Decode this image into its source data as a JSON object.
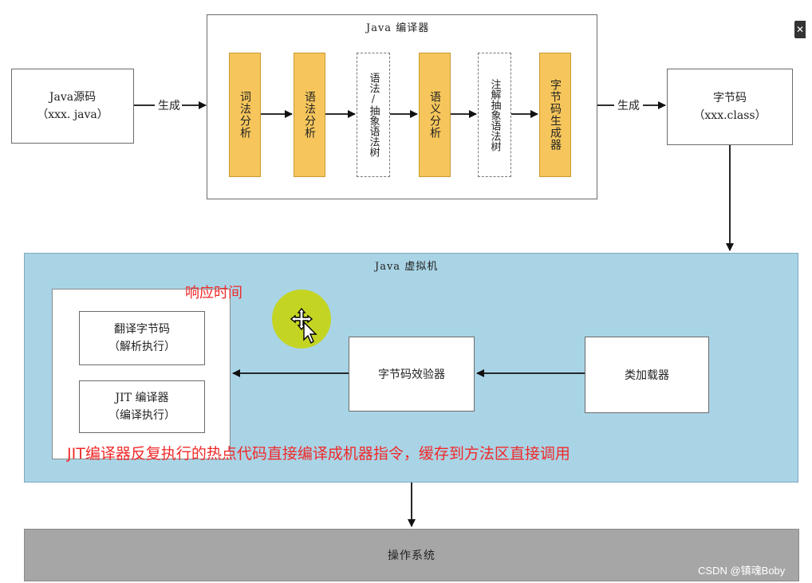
{
  "source": {
    "line1": "Java源码",
    "line2": "（xxx. java）"
  },
  "generate_label_left": "生成",
  "generate_label_right": "生成",
  "compiler": {
    "title": "Java 编译器",
    "stages": [
      {
        "label": "词法分析",
        "style": "stage"
      },
      {
        "label": "语法分析",
        "style": "stage"
      },
      {
        "label": "语法/抽象语法树",
        "style": "dashed"
      },
      {
        "label": "语义分析",
        "style": "stage"
      },
      {
        "label": "注解抽象语法树",
        "style": "dashed"
      },
      {
        "label": "字节码生成器",
        "style": "stage"
      }
    ]
  },
  "bytecode": {
    "line1": "字节码",
    "line2": "（xxx.class）"
  },
  "jvm": {
    "title": "Java 虚拟机",
    "interpreter": {
      "line1": "翻译字节码",
      "line2": "（解析执行）"
    },
    "jit": {
      "line1": "JIT 编译器",
      "line2": "（编译执行）"
    },
    "verifier": "字节码效验器",
    "class_loader": "类加载器",
    "annotation_response": "响应时间",
    "annotation_jit": "JIT编译器反复执行的热点代码直接编译成机器指令，缓存到方法区直接调用"
  },
  "os": {
    "label": "操作系统"
  },
  "watermark": "CSDN @镇魂Boby",
  "colors": {
    "stage_fill": "#f6c65c",
    "jvm_fill": "#a9d4e6",
    "os_fill": "#a6a6a6",
    "annotation": "#f02a2a",
    "cursor_highlight": "#c8d400"
  }
}
